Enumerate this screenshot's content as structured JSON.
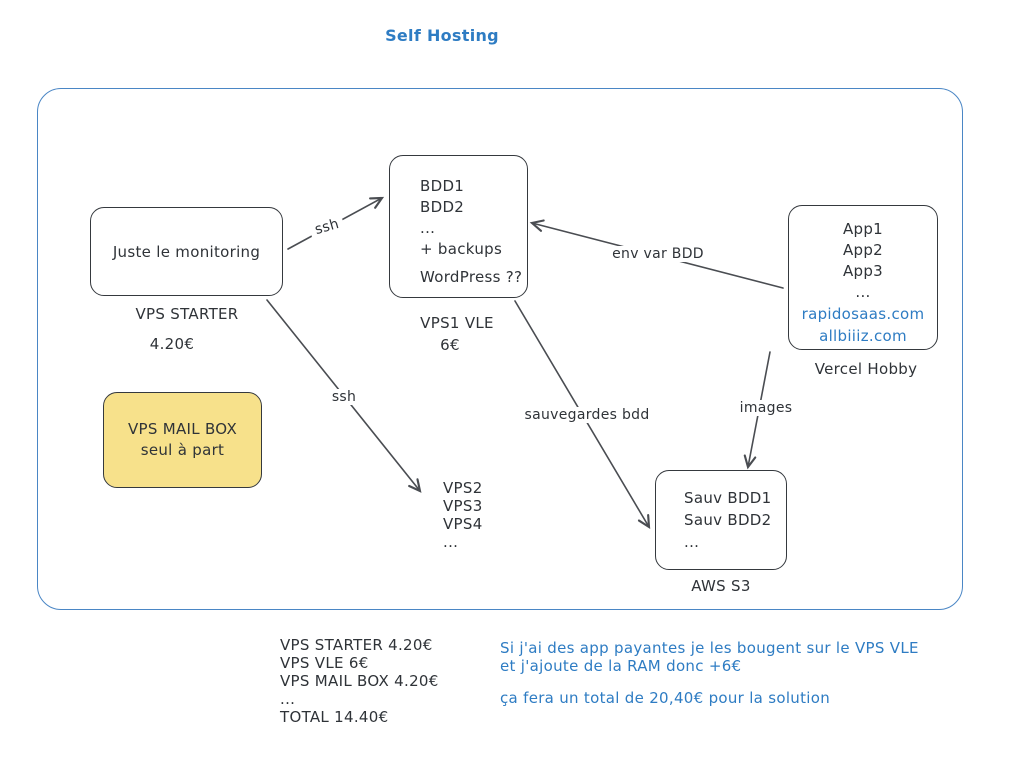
{
  "title": "Self Hosting",
  "colors": {
    "accent_blue": "#2e7cc3",
    "frame_border": "#4a86c5",
    "box_border": "#35393e",
    "mailbox_fill": "#f7e18b",
    "arrow": "#4a4d52"
  },
  "nodes": {
    "monitoring": {
      "line1": "Juste le monitoring",
      "caption1": "VPS STARTER",
      "caption2": "4.20€"
    },
    "vps_vle": {
      "lines": [
        "BDD1",
        "BDD2",
        "...",
        "+ backups"
      ],
      "wordpress": "WordPress ??",
      "caption1": "VPS1 VLE",
      "caption2": "6€"
    },
    "vercel": {
      "lines": [
        "App1",
        "App2",
        "App3",
        "..."
      ],
      "links": [
        "rapidosaas.com",
        "allbiiiz.com"
      ],
      "caption": "Vercel Hobby"
    },
    "mailbox": {
      "line1": "VPS MAIL BOX",
      "line2": "seul à part"
    },
    "vps_list": {
      "lines": [
        "VPS2",
        "VPS3",
        "VPS4",
        "..."
      ]
    },
    "aws": {
      "lines": [
        "Sauv BDD1",
        "Sauv BDD2",
        "..."
      ],
      "caption": "AWS S3"
    }
  },
  "edges": {
    "ssh_top": "ssh",
    "ssh_bottom": "ssh",
    "env_var": "env var BDD",
    "sauvegardes": "sauvegardes bdd",
    "images": "images"
  },
  "summary": {
    "line1": "VPS STARTER 4.20€",
    "line2": "VPS VLE 6€",
    "line3": "VPS MAIL BOX 4.20€",
    "line4": "...",
    "line5": "TOTAL 14.40€"
  },
  "blue_note": {
    "line1": "Si j'ai des app payantes je les bougent sur le VPS VLE",
    "line2": "et j'ajoute de la RAM donc +6€",
    "line3": "ça fera un total de 20,40€ pour la solution"
  }
}
